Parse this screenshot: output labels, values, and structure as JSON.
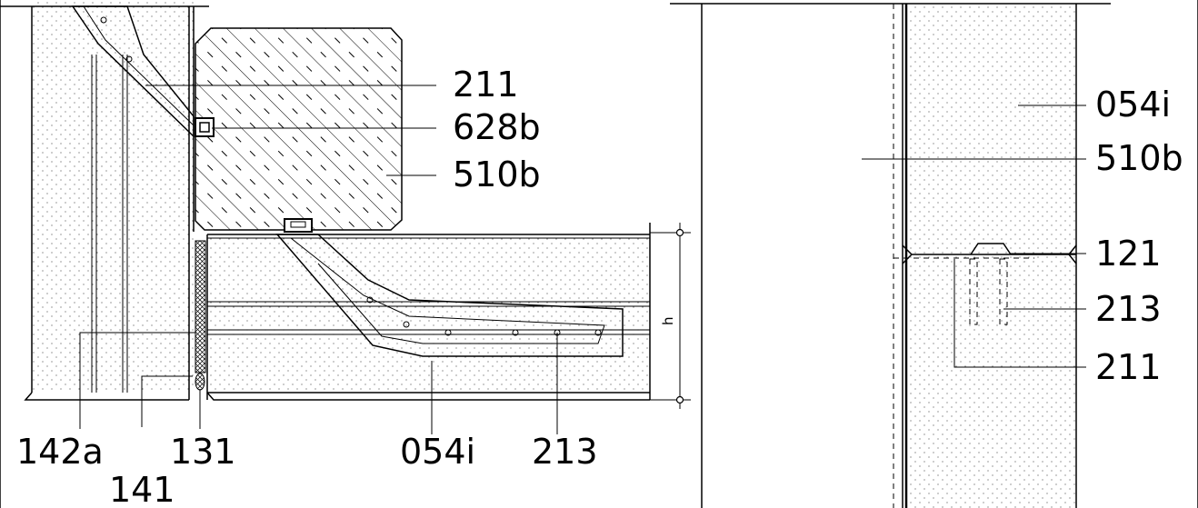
{
  "left_detail": {
    "labels": {
      "l211": "211",
      "l628b": "628b",
      "l510b": "510b",
      "l142a": "142a",
      "l141": "141",
      "l131": "131",
      "l054i": "054i",
      "l213": "213"
    },
    "dimension": "h"
  },
  "right_detail": {
    "labels": {
      "l054i": "054i",
      "l510b": "510b",
      "l121": "121",
      "l213": "213",
      "l211": "211"
    }
  }
}
